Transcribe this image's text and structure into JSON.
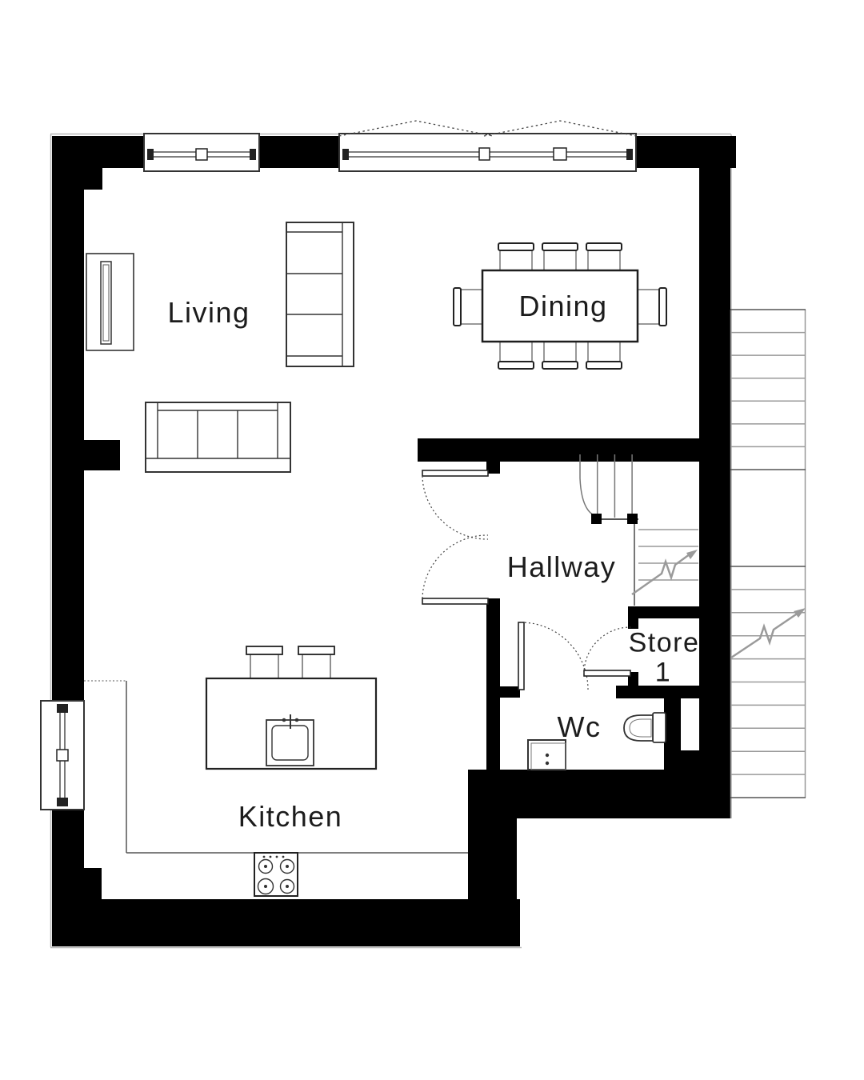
{
  "rooms": {
    "living": {
      "label": "Living"
    },
    "dining": {
      "label": "Dining"
    },
    "hallway": {
      "label": "Hallway"
    },
    "store": {
      "label": "Store",
      "number": "1"
    },
    "wc": {
      "label": "Wc"
    },
    "kitchen": {
      "label": "Kitchen"
    }
  },
  "stairs": {
    "internal": {
      "side_treads": 3,
      "lower_treads": 4,
      "direction": "up"
    },
    "external": {
      "upper_steps": 7,
      "lower_steps": 10,
      "direction": "up"
    }
  },
  "colors": {
    "wall": "#000000",
    "floor": "#ffffff",
    "line_dark": "#2a2a2a",
    "line_mid": "#555555",
    "line_light": "#9a9a9a",
    "text": "#1c1c1c"
  }
}
